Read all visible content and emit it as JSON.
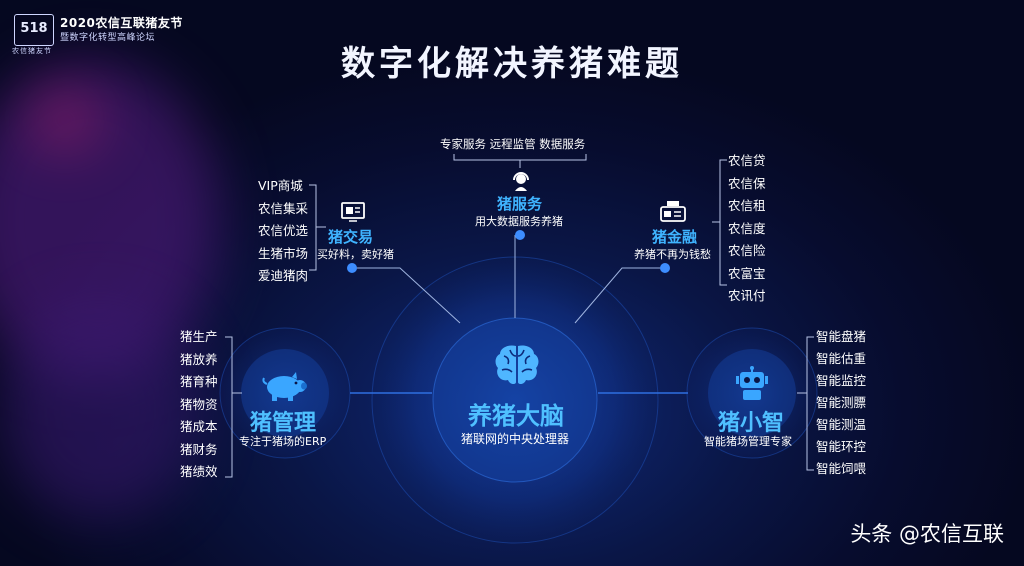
{
  "event": {
    "logo_text": "518",
    "logo_sub": "农信猪友节",
    "title": "2020农信互联猪友节",
    "subtitle": "暨数字化转型高峰论坛"
  },
  "main_title": "数字化解决养猪难题",
  "center": {
    "title": "养猪大脑",
    "subtitle": "猪联网的中央处理器",
    "icon": "brain-icon"
  },
  "service": {
    "title": "猪服务",
    "subtitle": "用大数据服务养猪",
    "top_items": "专家服务  远程监管  数据服务",
    "icon": "headset-icon"
  },
  "trade": {
    "title": "猪交易",
    "subtitle": "买好料，卖好猪",
    "items": [
      "VIP商城",
      "农信集采",
      "农信优选",
      "生猪市场",
      "爱迪猪肉"
    ],
    "icon": "shop-screen-icon"
  },
  "finance": {
    "title": "猪金融",
    "subtitle": "养猪不再为钱愁",
    "items": [
      "农信贷",
      "农信保",
      "农信租",
      "农信度",
      "农信险",
      "农富宝",
      "农讯付"
    ],
    "icon": "card-icon"
  },
  "management": {
    "title": "猪管理",
    "subtitle": "专注于猪场的ERP",
    "items": [
      "猪生产",
      "猪放养",
      "猪育种",
      "猪物资",
      "猪成本",
      "猪财务",
      "猪绩效"
    ],
    "icon": "pig-icon"
  },
  "smart": {
    "title": "猪小智",
    "subtitle": "智能猪场管理专家",
    "items": [
      "智能盘猪",
      "智能估重",
      "智能监控",
      "智能测膘",
      "智能测温",
      "智能环控",
      "智能饲喂"
    ],
    "icon": "robot-icon"
  },
  "watermark": "头条 @农信互联",
  "colors": {
    "accent": "#3fb4ff",
    "background": "#070c2e",
    "node": "#1e88ff"
  }
}
